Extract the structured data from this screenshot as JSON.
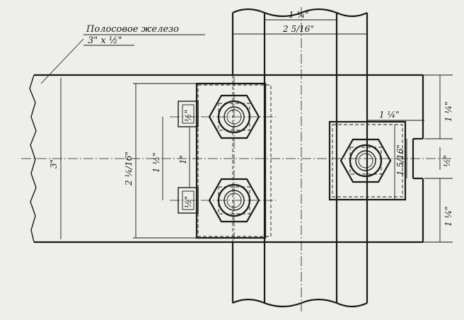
{
  "material_label": {
    "line1": "Полосовое железо",
    "line2": "3\" x ½\""
  },
  "dimensions": {
    "top_inner_width": "1 ¼\"",
    "top_outer_width": "2 5/16\"",
    "bar_height": "3\"",
    "bolt_spacing_outer": "2 ¼/16\"",
    "bolt_spacing_mid": "1 ½\"",
    "bolt_spacing_inner": "1\"",
    "small_top": "½\"",
    "small_bottom": "½\"",
    "right_plate_width": "1 ¼\"",
    "right_plate_offset": "1 5/16\"",
    "right_top": "1 ¼\"",
    "right_mid": "½\"",
    "right_bottom": "1 ¼\""
  }
}
